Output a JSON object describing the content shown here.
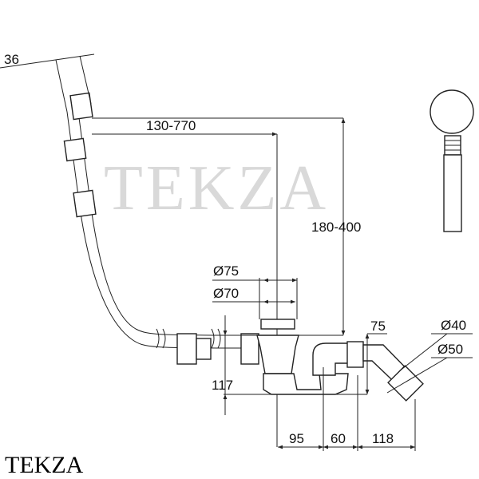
{
  "watermark": "TEKZA",
  "brand_label": "TEKZA",
  "dimensions": {
    "hose_diameter": "36",
    "horizontal_range": "130-770",
    "vertical_range": "180-400",
    "outer_diameter": "Ø75",
    "inner_diameter": "Ø70",
    "outlet_offset": "75",
    "pipe_diameter_small": "Ø40",
    "pipe_diameter_large": "Ø50",
    "height": "117",
    "spacing_1": "95",
    "spacing_2": "60",
    "spacing_3": "118"
  }
}
